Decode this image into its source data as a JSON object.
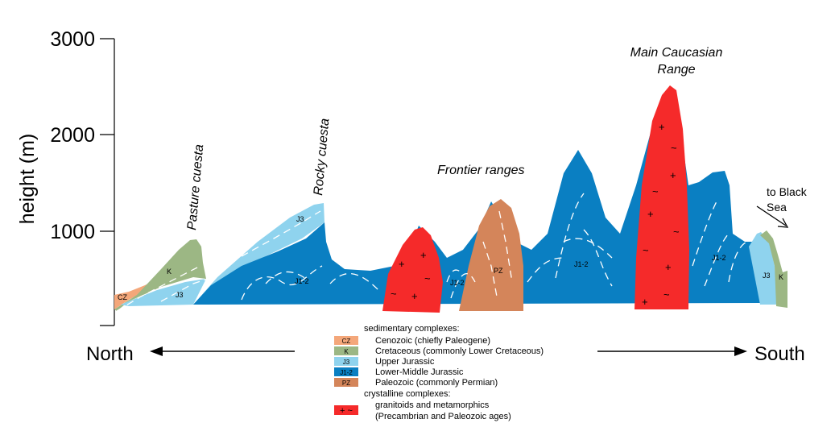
{
  "axis": {
    "ylabel": "height (m)",
    "ticks": [
      "3000",
      "2000",
      "1000"
    ],
    "ylim": [
      0,
      3000
    ]
  },
  "features": {
    "pasture_cuesta": "Pasture cuesta",
    "rocky_cuesta": "Rocky cuesta",
    "frontier_ranges": "Frontier ranges",
    "main_range_line1": "Main Caucasian",
    "main_range_line2": "Range",
    "to_black_sea_line1": "to Black",
    "to_black_sea_line2": "Sea"
  },
  "unit_labels": {
    "cz": "CZ",
    "k_left": "K",
    "j3_left": "J3",
    "j3_upper": "J3",
    "j12_left": "J1-2",
    "j12_mid": "J1-2",
    "pz": "PZ",
    "j12_right1": "J1-2",
    "j12_right2": "J1-2",
    "j3_right": "J3",
    "k_right": "K"
  },
  "directions": {
    "north": "North",
    "south": "South"
  },
  "legend": {
    "heading_sed": "sedimentary complexes:",
    "items": [
      {
        "code": "CZ",
        "label": "Cenozoic (chiefly Paleogene)",
        "color": "#f4a77a"
      },
      {
        "code": "K",
        "label": "Cretaceous (commonly Lower Cretaceous)",
        "color": "#9cb784"
      },
      {
        "code": "J3",
        "label": "Upper Jurassic",
        "color": "#8fd3ee"
      },
      {
        "code": "J1-2",
        "label": "Lower-Middle Jurassic",
        "color": "#0a7fc2"
      },
      {
        "code": "PZ",
        "label": "Paleozoic (commonly Permian)",
        "color": "#d4855a"
      }
    ],
    "heading_cry": "crystalline complexes:",
    "cry_symbol": "+ ~",
    "cry_label1": "granitoids and metamorphics",
    "cry_label2": "(Precambrian and Paleozoic ages)",
    "cry_color": "#f52a2a"
  },
  "colors": {
    "cz": "#f4a77a",
    "k": "#9cb784",
    "j3": "#8fd3ee",
    "j12": "#0a7fc2",
    "pz": "#d4855a",
    "granite": "#f52a2a"
  }
}
